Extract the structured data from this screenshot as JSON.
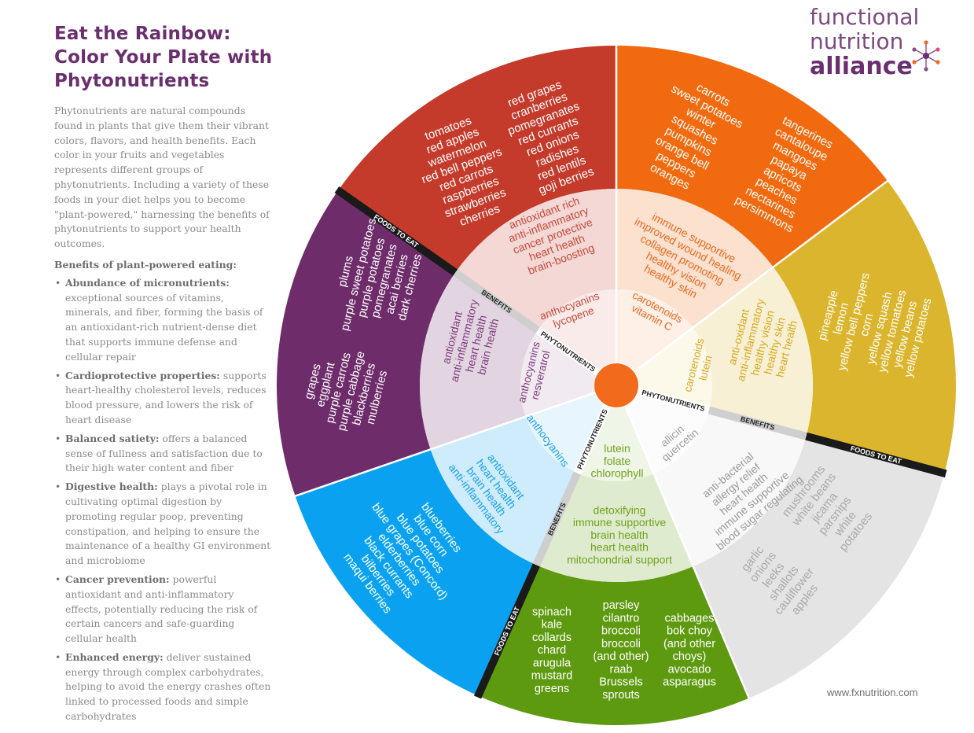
{
  "title": {
    "line1": "Eat the Rainbow:",
    "line2": "Color Your Plate with Phytonutrients"
  },
  "logo": {
    "line1": "functional",
    "line2": "nutrition",
    "line3": "alliance",
    "icon": "starburst-icon"
  },
  "intro": "Phytonutrients are natural compounds found in plants that give them their vibrant colors, flavors, and health benefits. Each color in your fruits and vegetables represents different groups of phytonutrients. Including a variety of these foods in your diet helps you to become \"plant-powered,\" harnessing the benefits of phytonutrients to support your health outcomes.",
  "benefits_heading": "Benefits of plant-powered eating:",
  "benefits": [
    {
      "term": "Abundance of micronutrients:",
      "text": " exceptional sources of vitamins, minerals, and fiber, forming the basis of an antioxidant-rich nutrient-dense diet that supports immune defense and cellular repair"
    },
    {
      "term": "Cardioprotective properties:",
      "text": " supports heart-healthy cholesterol levels, reduces blood pressure, and lowers the risk of heart disease"
    },
    {
      "term": "Balanced satiety:",
      "text": " offers a balanced sense of fullness and satisfaction due to their high water content and fiber"
    },
    {
      "term": "Digestive health:",
      "text": " plays a pivotal role in cultivating optimal digestion by promoting regular poop, preventing constipation, and helping to ensure the maintenance of a healthy GI environment and microbiome"
    },
    {
      "term": "Cancer prevention:",
      "text": " powerful antioxidant and anti-inflammatory effects, potentially reducing the risk of certain cancers and safe-guarding cellular health"
    },
    {
      "term": "Enhanced energy:",
      "text": " deliver sustained energy through complex carbohydrates, helping to avoid the energy crashes often linked to processed foods and simple carbohydrates"
    }
  ],
  "ring_labels": {
    "foods": "FOODS TO EAT",
    "benefits": "BENEFITS",
    "phyto": "PHYTONUTRIENTS"
  },
  "url": "www.fxnutrition.com",
  "colors": {
    "title": "#6a2f6e",
    "center": "#f26a1b",
    "red": "#c43a2b",
    "orange": "#f26a0f",
    "yellow": "#dcb52e",
    "white": "#e4e4e4",
    "green": "#5e9a10",
    "blue": "#0aa2f0",
    "purple": "#6e2c6b"
  },
  "segments": [
    {
      "id": "red",
      "color": "#c43a2b",
      "foods": [
        [
          "tomatoes",
          "red apples",
          "watermelon",
          "red bell peppers",
          "red carrots",
          "raspberries",
          "strawberries",
          "cherries"
        ],
        [
          "red grapes",
          "cranberries",
          "pomegranates",
          "red currants",
          "red onions",
          "radishes",
          "red lentils",
          "goji berries"
        ]
      ],
      "benefits": [
        "antioxidant rich",
        "anti-inflammatory",
        "cancer protective",
        "heart health",
        "brain-boosting"
      ],
      "phyto": [
        "anthocyanins",
        "lycopene"
      ]
    },
    {
      "id": "orange",
      "color": "#f26a0f",
      "foods": [
        [
          "carrots",
          "sweet potatoes",
          "winter",
          "squashes",
          "pumpkins",
          "orange bell",
          "peppers",
          "oranges"
        ],
        [
          "tangerines",
          "cantaloupe",
          "mangoes",
          "papaya",
          "apricots",
          "peaches",
          "nectarines",
          "persimmons"
        ]
      ],
      "benefits": [
        "immune supportive",
        "improved wound healing",
        "collagen promoting",
        "healthy vision",
        "healthy skin"
      ],
      "phyto": [
        "carotenoids",
        "vitamin C"
      ]
    },
    {
      "id": "yellow",
      "color": "#dcb52e",
      "foods": [
        [
          "pineapple",
          "lemon",
          "yellow bell peppers",
          "corn",
          "yellow squash",
          "yellow tomatoes",
          "yellow beans",
          "yellow potatoes"
        ]
      ],
      "benefits": [
        "anti-oxidant",
        "anti-inflammatory",
        "healthy vision",
        "healthy skin",
        "heart health"
      ],
      "phyto": [
        "carotenoids",
        "lutein"
      ]
    },
    {
      "id": "white",
      "color": "#e4e4e4",
      "foods": [
        [
          "mushrooms",
          "white beans",
          "jicama",
          "parsnips",
          "white",
          "potatoes"
        ],
        [
          "garlic",
          "onions",
          "leeks",
          "shallots",
          "cauliflower",
          "apples"
        ]
      ],
      "benefits": [
        "anti-bacterial",
        "allergy relief",
        "heart health",
        "immune supportive",
        "blood sugar regulating"
      ],
      "phyto": [
        "allicin",
        "quercetin"
      ]
    },
    {
      "id": "green",
      "color": "#5e9a10",
      "foods": [
        [
          "spinach",
          "kale",
          "collards",
          "chard",
          "arugula",
          "mustard",
          "greens"
        ],
        [
          "parsley",
          "cilantro",
          "broccoli",
          "broccoli",
          "(and other)",
          "raab",
          "Brussels",
          "sprouts"
        ],
        [
          "cabbages",
          "bok choy",
          "(and other",
          "choys)",
          "avocado",
          "asparagus"
        ]
      ],
      "benefits": [
        "detoxifying",
        "immune supportive",
        "brain health",
        "heart health",
        "mitochondrial support"
      ],
      "phyto": [
        "lutein",
        "folate",
        "chlorophyll"
      ]
    },
    {
      "id": "blue",
      "color": "#0aa2f0",
      "foods": [
        [
          "blueberries",
          "blue corn",
          "blue potatoes",
          "blue grapes (Concord)",
          "elderberries",
          "black currants",
          "bilberries",
          "maqui berries"
        ]
      ],
      "benefits": [
        "antioxidant",
        "heart health",
        "brain health",
        "anti-inflammatory"
      ],
      "phyto": [
        "anthocyanins"
      ]
    },
    {
      "id": "purple",
      "color": "#6e2c6b",
      "foods": [
        [
          "plums",
          "purple sweet potatoes",
          "purple potatoes",
          "pomegranates",
          "acai berries",
          "dark cherries"
        ],
        [
          "grapes",
          "eggplant",
          "purple carrots",
          "purple cabbage",
          "blackberries",
          "mulberries"
        ]
      ],
      "benefits": [
        "antioxidant",
        "anti-inflammatory",
        "heart health",
        "brain health"
      ],
      "phyto": [
        "anthocyanins",
        "resveratrol"
      ]
    }
  ]
}
